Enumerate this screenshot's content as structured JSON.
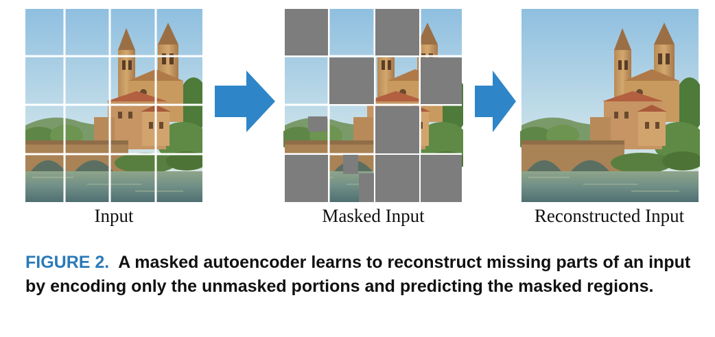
{
  "labels": {
    "input": "Input",
    "masked": "Masked Input",
    "reconstructed": "Reconstructed Input"
  },
  "caption": {
    "figure_number": "FIGURE 2.",
    "text": "A masked autoencoder learns to reconstruct missing parts of an input by encoding only the unmasked portions and predicting the masked regions."
  },
  "colors": {
    "accent_blue": "#2a7ab8",
    "arrow_blue": "#2e86c8",
    "mask_gray": "#7d7d7d"
  },
  "scene": "painting of a stone church with two bell towers above an arched bridge over a river",
  "icons": [
    "right-arrow-icon",
    "right-arrow-icon"
  ]
}
